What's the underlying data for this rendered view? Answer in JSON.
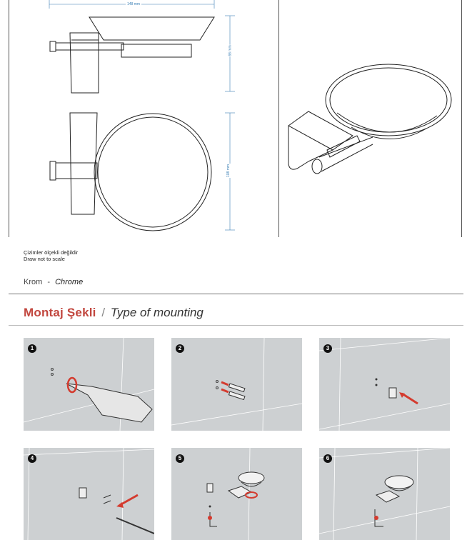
{
  "drawing": {
    "dim_width": "148 mm",
    "dim_height": "66 mm",
    "dim_diameter": "108 mm"
  },
  "notes": {
    "line1": "Çizimler ölçekli değildir",
    "line2": "Draw not to scale"
  },
  "finish": {
    "tr": "Krom",
    "separator": "-",
    "en": "Chrome"
  },
  "mounting": {
    "title_tr": "Montaj Şekli",
    "separator": "/",
    "title_en": "Type of mounting"
  },
  "steps": [
    {
      "number": "1",
      "icon": "drill-icon"
    },
    {
      "number": "2",
      "icon": "wall-plug-icon"
    },
    {
      "number": "3",
      "icon": "bracket-icon"
    },
    {
      "number": "4",
      "icon": "screwdriver-icon"
    },
    {
      "number": "5",
      "icon": "soap-dish-icon"
    },
    {
      "number": "6",
      "icon": "installed-soap-dish-icon"
    }
  ],
  "colors": {
    "dimension": "#3a7fb5",
    "accent_red": "#c2473f",
    "panel_bg": "#cdd0d2"
  }
}
